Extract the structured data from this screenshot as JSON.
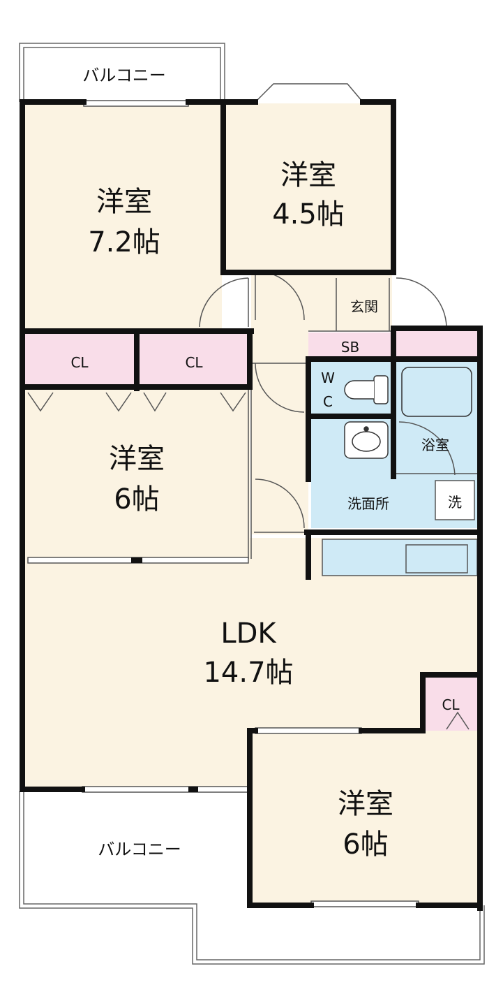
{
  "colors": {
    "floor": "#fbf3e2",
    "closet": "#f9dde9",
    "wet": "#cfeaf6",
    "wall": "#111111",
    "thin_line": "#555555"
  },
  "rooms": {
    "western_7_2": {
      "name": "洋室",
      "size": "7.2帖"
    },
    "western_4_5": {
      "name": "洋室",
      "size": "4.5帖"
    },
    "western_6_mid": {
      "name": "洋室",
      "size": "6帖"
    },
    "western_6_low": {
      "name": "洋室",
      "size": "6帖"
    },
    "ldk": {
      "name": "LDK",
      "size": "14.7帖"
    }
  },
  "labels": {
    "balcony_top": "バルコニー",
    "balcony_bottom": "バルコニー",
    "entrance": "玄関",
    "shoe_box": "SB",
    "wc_w": "W",
    "wc_c": "C",
    "bathroom": "浴室",
    "washroom": "洗面所",
    "washer": "洗",
    "closet_left": "CL",
    "closet_mid": "CL",
    "closet_ldk": "CL"
  }
}
